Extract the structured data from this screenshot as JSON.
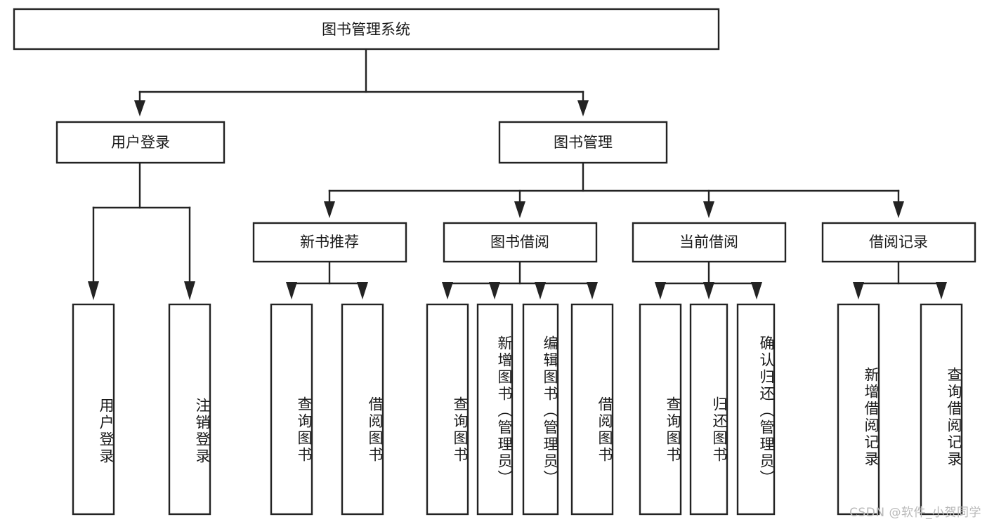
{
  "diagram": {
    "type": "tree",
    "title": "图书管理系统",
    "orientation": "top-down",
    "watermark": "CSDN @软件_小贺同学",
    "colors": {
      "stroke": "#232323",
      "fill": "#ffffff",
      "text": "#1a1a1a",
      "watermark": "#b9b9b9"
    },
    "nodes": {
      "root": {
        "label": "图书管理系统",
        "level": 0,
        "orientation": "horizontal"
      },
      "l1": [
        {
          "id": "user-login",
          "label": "用户登录",
          "orientation": "horizontal"
        },
        {
          "id": "book-manage",
          "label": "图书管理",
          "orientation": "horizontal"
        }
      ],
      "l2": [
        {
          "id": "new-book-rec",
          "label": "新书推荐",
          "parent": "book-manage",
          "orientation": "horizontal"
        },
        {
          "id": "book-borrow",
          "label": "图书借阅",
          "parent": "book-manage",
          "orientation": "horizontal"
        },
        {
          "id": "current-borrow",
          "label": "当前借阅",
          "parent": "book-manage",
          "orientation": "horizontal"
        },
        {
          "id": "borrow-record",
          "label": "借阅记录",
          "parent": "book-manage",
          "orientation": "horizontal"
        }
      ],
      "leaves": [
        {
          "id": "leaf-user-login",
          "label": "用户登录",
          "parent": "user-login",
          "orientation": "vertical"
        },
        {
          "id": "leaf-logout",
          "label": "注销登录",
          "parent": "user-login",
          "orientation": "vertical"
        },
        {
          "id": "leaf-query-book-rec",
          "label": "查询图书",
          "parent": "new-book-rec",
          "orientation": "vertical"
        },
        {
          "id": "leaf-borrow-book-rec",
          "label": "借阅图书",
          "parent": "new-book-rec",
          "orientation": "vertical"
        },
        {
          "id": "leaf-query-book-borrow",
          "label": "查询图书",
          "parent": "book-borrow",
          "orientation": "vertical"
        },
        {
          "id": "leaf-add-book",
          "label": "新增图书（管理员）",
          "parent": "book-borrow",
          "orientation": "vertical"
        },
        {
          "id": "leaf-edit-book",
          "label": "编辑图书（管理员）",
          "parent": "book-borrow",
          "orientation": "vertical"
        },
        {
          "id": "leaf-borrow-book",
          "label": "借阅图书",
          "parent": "book-borrow",
          "orientation": "vertical"
        },
        {
          "id": "leaf-query-book-current",
          "label": "查询图书",
          "parent": "current-borrow",
          "orientation": "vertical"
        },
        {
          "id": "leaf-return-book",
          "label": "归还图书",
          "parent": "current-borrow",
          "orientation": "vertical"
        },
        {
          "id": "leaf-confirm-return",
          "label": "确认归还（管理员）",
          "parent": "current-borrow",
          "orientation": "vertical"
        },
        {
          "id": "leaf-add-record",
          "label": "新增借阅记录",
          "parent": "borrow-record",
          "orientation": "vertical"
        },
        {
          "id": "leaf-query-record",
          "label": "查询借阅记录",
          "parent": "borrow-record",
          "orientation": "vertical"
        }
      ]
    }
  }
}
